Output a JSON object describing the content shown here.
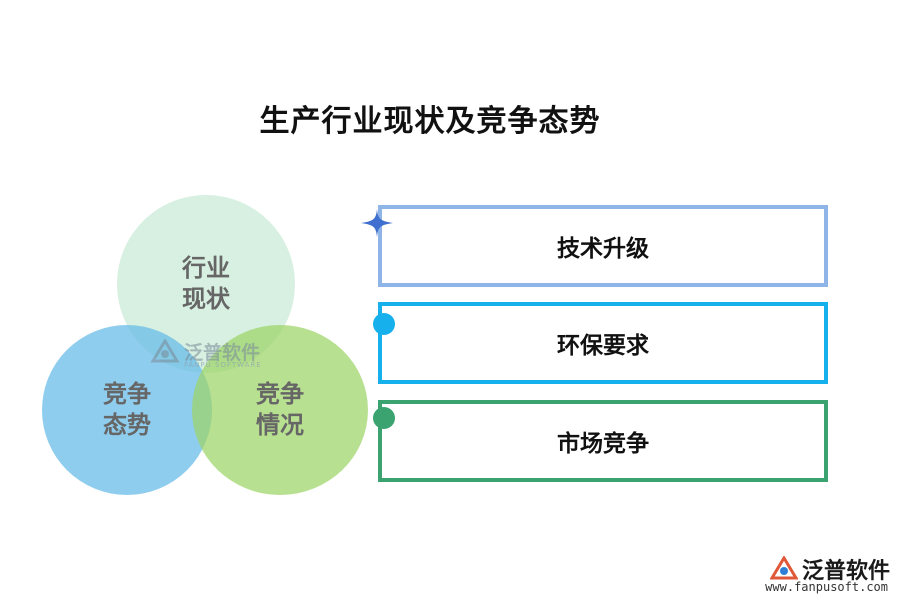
{
  "title": "生产行业现状及竞争态势",
  "circles": [
    {
      "label": "行业现状",
      "color": "#c8ead6"
    },
    {
      "label": "竞争态势",
      "color": "#64bae8"
    },
    {
      "label": "竞争情况",
      "color": "#9dd466"
    }
  ],
  "boxes": [
    {
      "label": "技术升级",
      "border_color": "#8fb5e8",
      "marker": "sparkle-icon"
    },
    {
      "label": "环保要求",
      "border_color": "#16b1ec",
      "marker": "dot-icon"
    },
    {
      "label": "市场竞争",
      "border_color": "#3aa36f",
      "marker": "dot-icon"
    }
  ],
  "watermark": {
    "brand": "泛普软件",
    "sub": "FANPU SOFTWARE"
  },
  "footer": {
    "brand": "泛普软件",
    "url": "www.fanpusoft.com"
  }
}
